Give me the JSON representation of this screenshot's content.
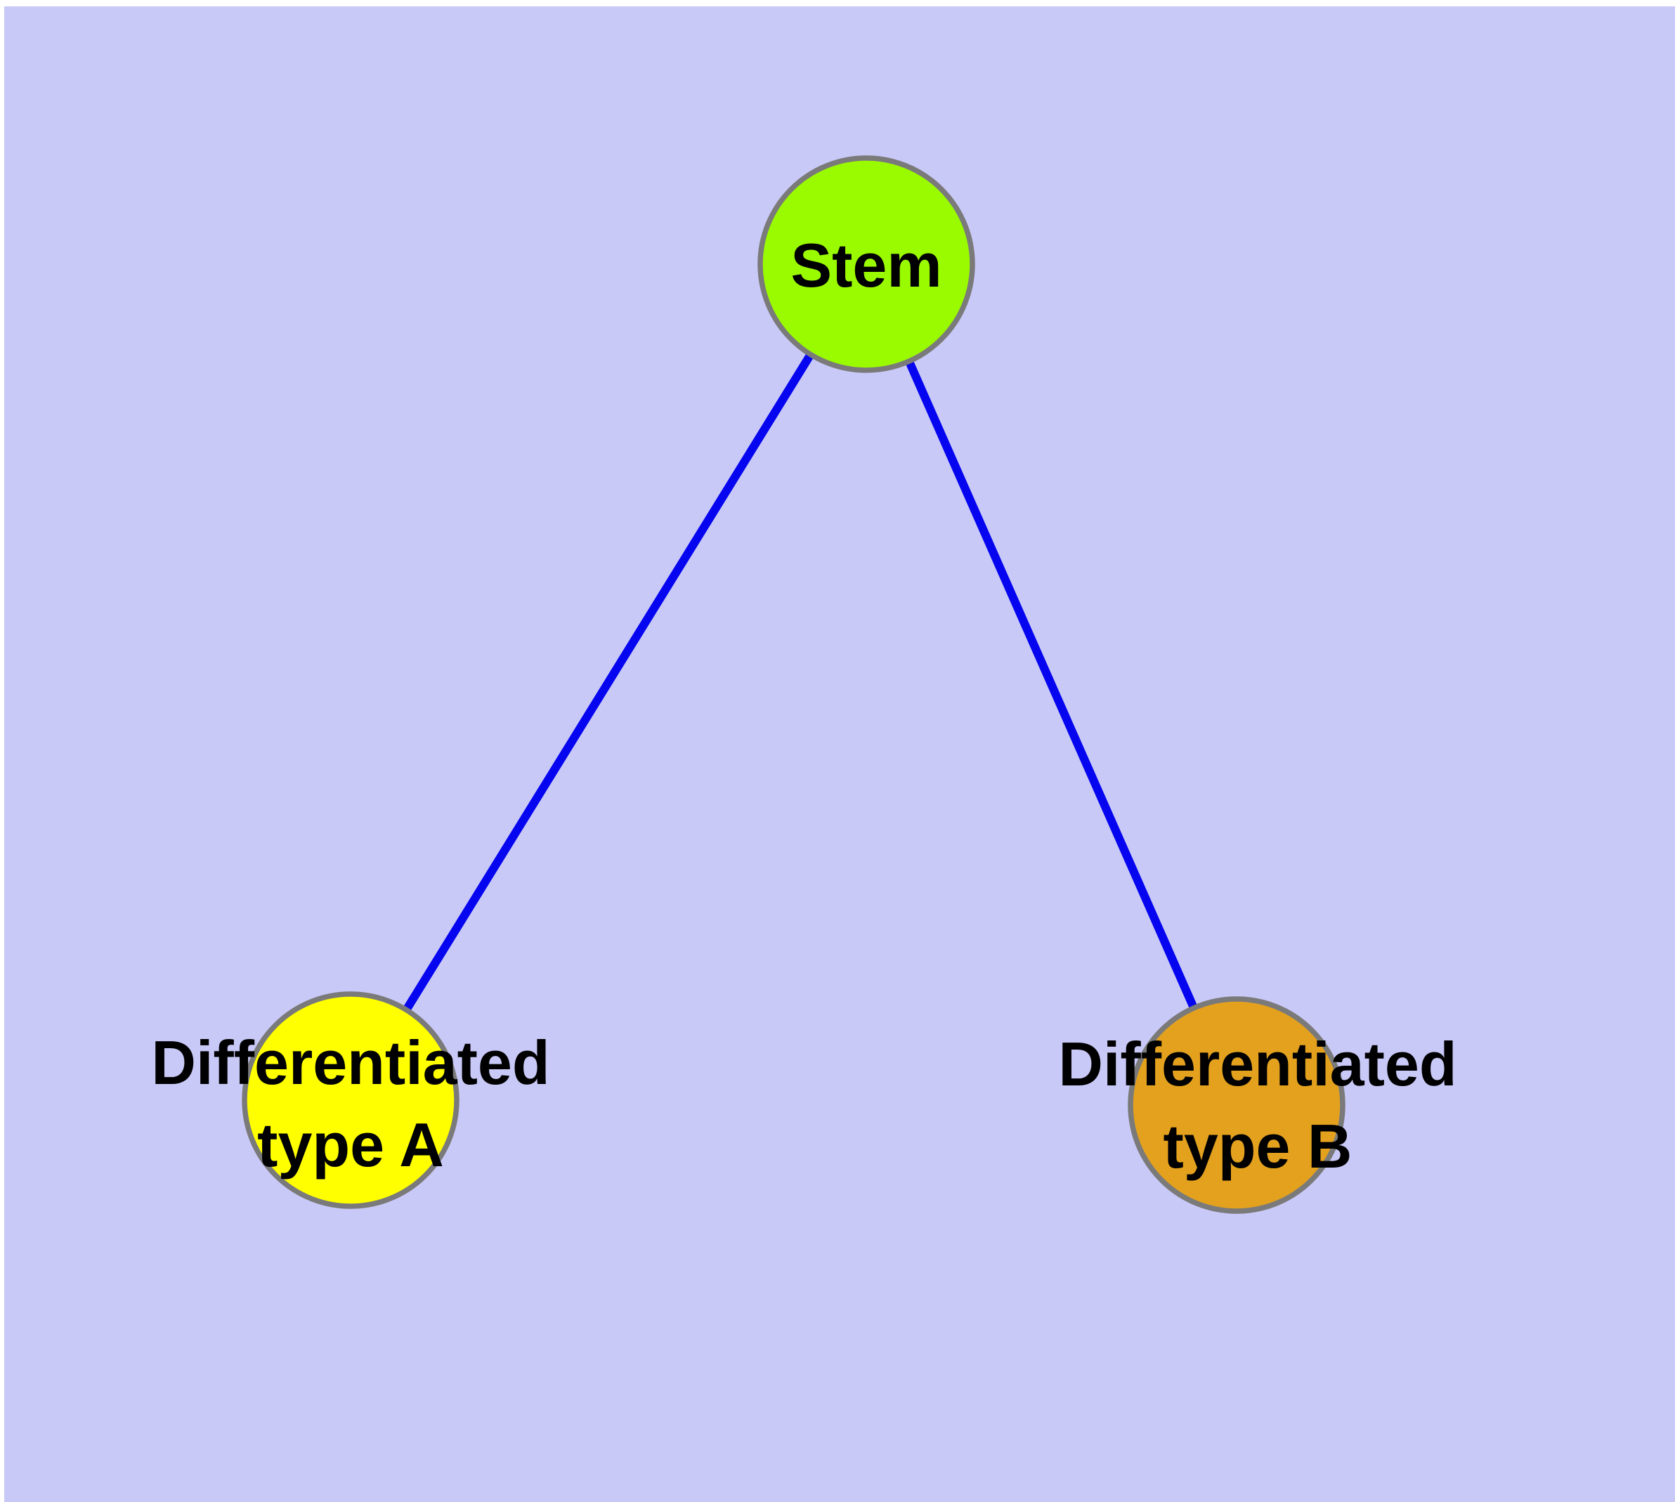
{
  "canvas": {
    "outer_margin_color": "#FFFFFF",
    "background_color": "#C9C9F8"
  },
  "graph": {
    "edge_color": "#0505EF",
    "node_border_color": "#7A7A7A",
    "label_color": "#000000",
    "nodes": [
      {
        "id": "stem",
        "label": "Stem",
        "lines": [
          "Stem"
        ],
        "fill_color": "#9AFB00"
      },
      {
        "id": "differentiated-type-a",
        "label": "Differentiated type A",
        "lines": [
          "Differentiated",
          "type A"
        ],
        "fill_color": "#FFFF00"
      },
      {
        "id": "differentiated-type-b",
        "label": "Differentiated type B",
        "lines": [
          "Differentiated",
          "type B"
        ],
        "fill_color": "#E3A11E"
      }
    ],
    "edges": [
      {
        "from": "Stem",
        "to": "Differentiated type A"
      },
      {
        "from": "Stem",
        "to": "Differentiated type B"
      }
    ]
  }
}
